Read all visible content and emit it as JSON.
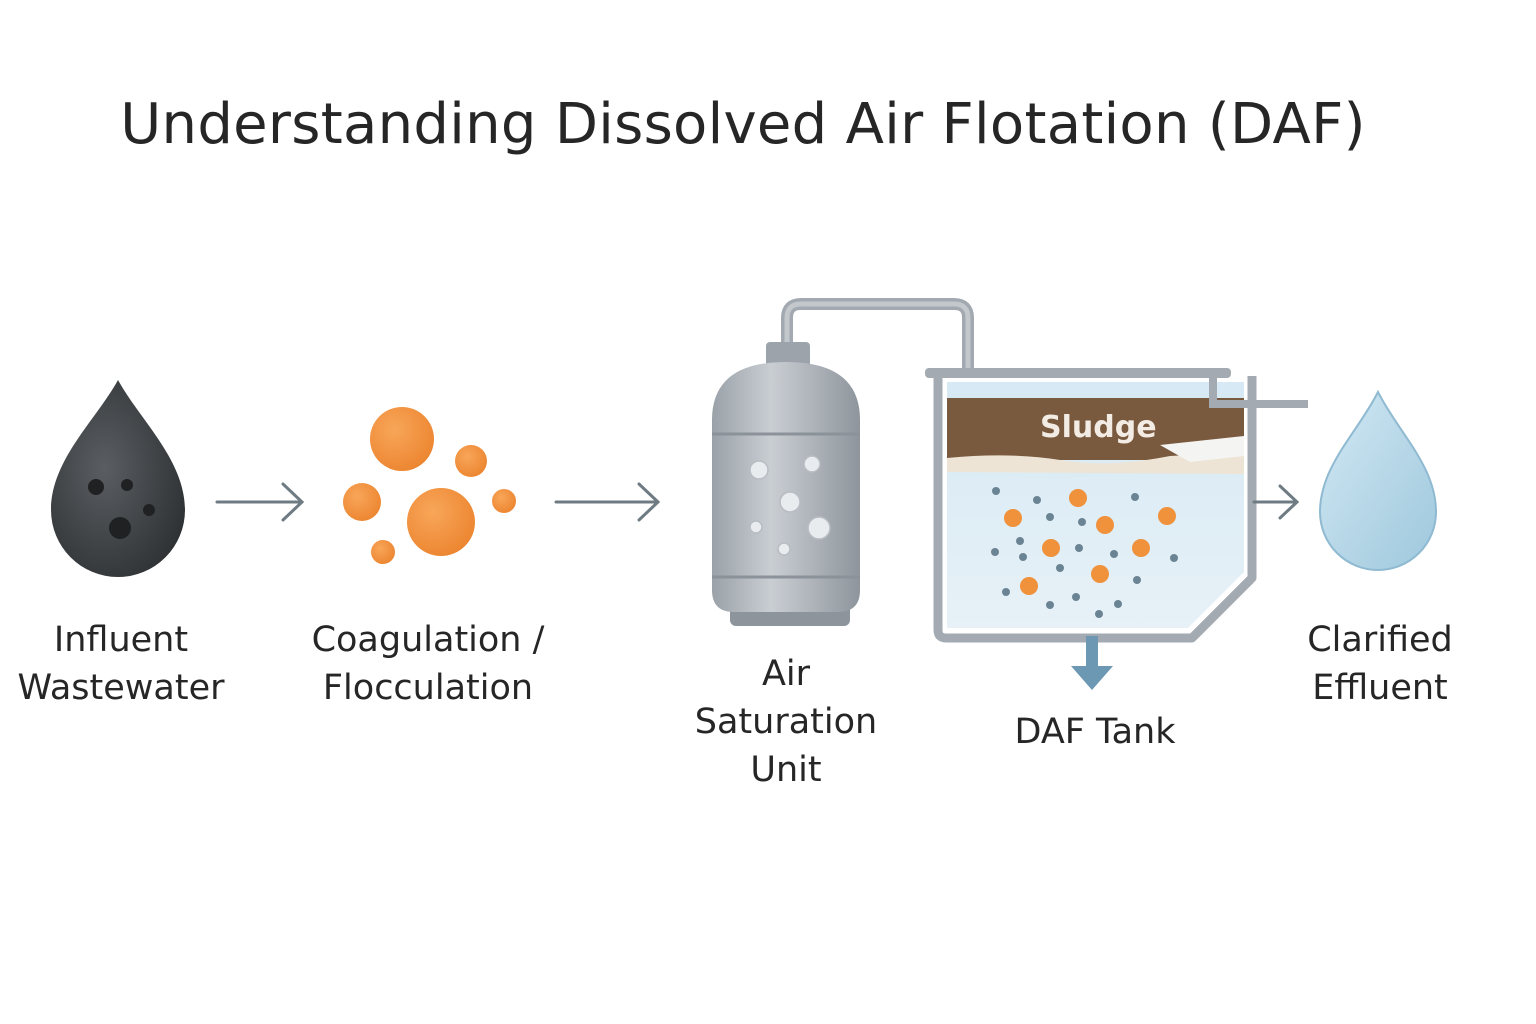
{
  "title": "Understanding Dissolved Air Flotation (DAF)",
  "stages": [
    {
      "id": "influent",
      "lines": [
        "Influent",
        "Wastewater"
      ],
      "icon": "dirty-water-drop-icon"
    },
    {
      "id": "coagulation",
      "lines": [
        "Coagulation /",
        "Flocculation"
      ],
      "icon": "floc-particles-icon"
    },
    {
      "id": "saturation",
      "lines": [
        "Air",
        "Saturation",
        "Unit"
      ],
      "icon": "pressure-tank-icon"
    },
    {
      "id": "daf_tank",
      "lines": [
        "DAF Tank"
      ],
      "icon": "flotation-tank-icon"
    },
    {
      "id": "effluent",
      "lines": [
        "Clarified",
        "Effluent"
      ],
      "icon": "clean-water-drop-icon"
    }
  ],
  "tank_layer_label": "Sludge",
  "colors": {
    "dirty_water": "#3f4245",
    "floc": "#f0913c",
    "tank_gray": "#a9afb5",
    "sludge": "#7a5a3f",
    "water": "#dcecf5",
    "clean_water": "#a9cfe3",
    "arrow": "#6f7b83",
    "outlet_arrow": "#6c98b3"
  }
}
